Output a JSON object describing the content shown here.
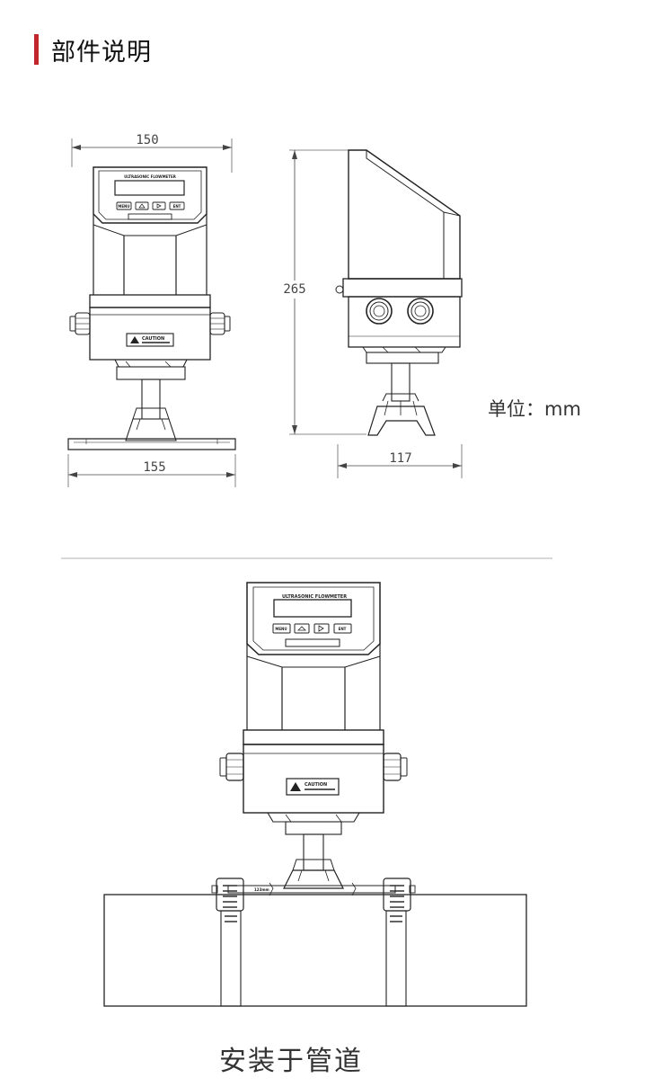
{
  "header": {
    "title": "部件说明",
    "accent_color": "#c0262c"
  },
  "dimensions": {
    "front_width": "150",
    "base_width": "155",
    "height": "265",
    "side_width": "117",
    "unit": "单位：mm"
  },
  "device": {
    "panel_label": "ULTRASONIC FLOWMETER",
    "buttons": {
      "menu": "MENU",
      "ent": "ENT"
    },
    "warning_label": "CAUTION",
    "strap_label": "123mm"
  },
  "caption": "安装于管道"
}
